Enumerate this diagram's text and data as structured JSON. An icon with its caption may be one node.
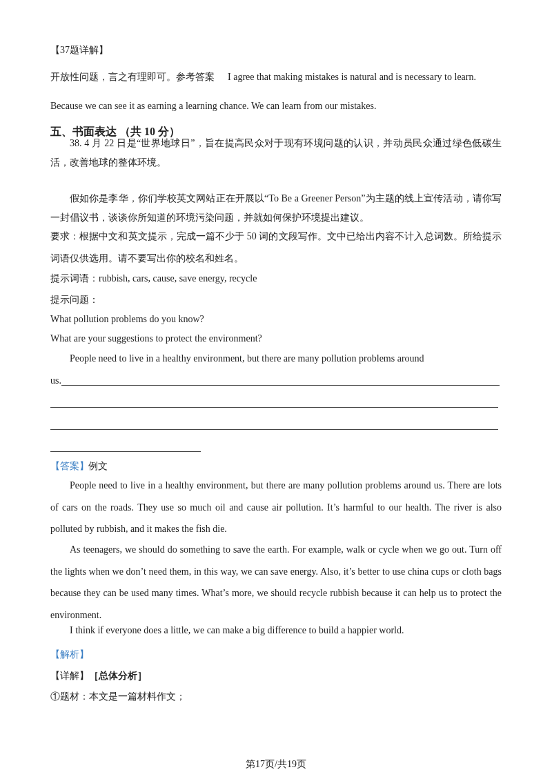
{
  "diagram": {
    "labels": [
      "【37题详解】",
      "开放性问题，言之有理即可。参考答案",
      "I agree that making mistakes is natural and is necessary to learn.",
      "Because we can see it as earning a learning chance. We can learn from our mistakes.",
      "五、书面表达 （共 10 分）",
      "38. 4 月 22 日是“世界地球日”，旨在提高民众对于现有环境问题的认识，并动员民众通过绿色低碳生活，改善地球的整体环境。",
      "假如你是李华，你们学校英文网站正在开展以“To Be a Greener Person”为主题的线上宣传活动，请你写一封倡议书，谈谈你所知道的环境污染问题，并就如何保护环境提出建议。",
      "要求：根据中文和英文提示，完成一篇不少于 50 词的文段写作。文中已给出内容不计入总词数。所给提示词语仅供选用。请不要写出你的校名和姓名。",
      "提示词语：rubbish, cars, cause, save energy, recycle",
      "提示问题：",
      "What pollution problems do you know?",
      "What are your suggestions to protect the environment?",
      "People need to live in a healthy environment, but there are many pollution problems around us.",
      "【答案】",
      "例文",
      "People need to live in a healthy environment, but there are many pollution problems around us. There are lots of cars on the roads. They use so much oil and cause air pollution. It’s harmful to our health. The river is also polluted by rubbish, and it makes the fish die.",
      "As teenagers, we should do something to save the earth. For example, walk or cycle when we go out. Turn off the lights when we don’t need them, in this way, we can save energy. Also, it’s better to use china cups or cloth bags because they can be used many times. What’s more, we should recycle rubbish because it can help us to protect the environment.",
      "I think if everyone does a little, we can make a big difference to build a happier world.",
      "【解析】",
      "【详解】**［总体分析］**",
      "①题材：本文是一篇材料作文；",
      "第17页/共19页"
    ]
  }
}
